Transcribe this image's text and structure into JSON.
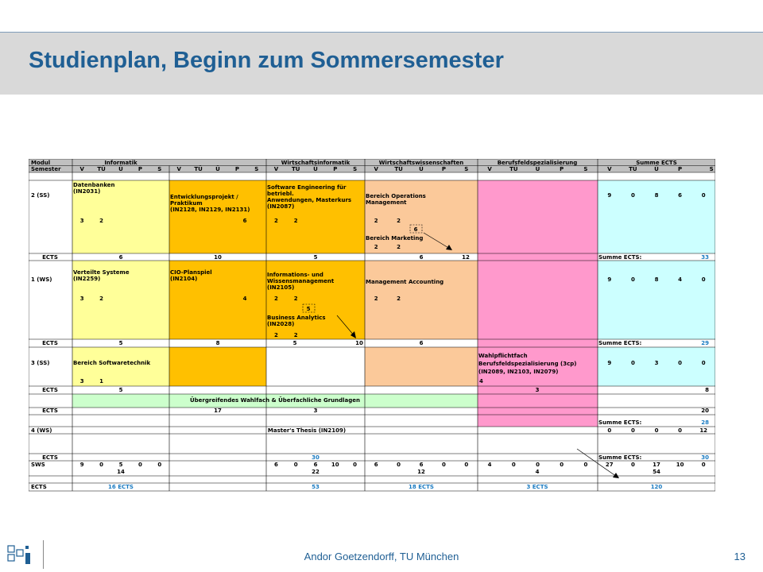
{
  "slide": {
    "title": "Studienplan, Beginn zum Sommersemester",
    "footer": "Andor Goetzendorff, TU München",
    "page": "13"
  },
  "table": {
    "modul_label": "Modul",
    "semester_label": "Semester",
    "areas": [
      "Informatik",
      "Wirtschaftsinformatik",
      "Wirtschaftswissenschaften",
      "Berufsfeldspezialisierung",
      "Summe ECTS"
    ],
    "sub_cols": [
      "V",
      "TÜ",
      "Ü",
      "P",
      "S"
    ],
    "sem_labels": [
      "2 (SS)",
      "1 (WS)",
      "3 (SS)",
      "4 (WS)"
    ],
    "row_labels": {
      "ects": "ECTS",
      "sws": "SWS"
    },
    "courses": {
      "datenbanken": "Datenbanken\n(IN2031)",
      "entwicklungsprojekt": "Entwicklungsprojekt /\nPraktikum\n(IN2128, IN2129, IN2131)",
      "software_eng": "Software Engineering für\nbetriebl.\nAnwendungen, Masterkurs\n(IN2087)",
      "operations": "Bereich Operations\nManagement",
      "marketing": "Bereich Marketing",
      "verteilte": "Verteilte Systeme\n(IN2259)",
      "cio": "CIO-Planspiel\n(IN2104)",
      "informations": "Informations- und\nWissensmanagement\n(IN2105)",
      "business_analytics": "Business Analytics\n(IN2028)",
      "accounting": "Management Accounting",
      "softwaretechnik": "Bereich Softwaretechnik",
      "wahlpflicht": "Wahlpflichtfach\nBerufsfeldspezialisierung (3cp)\n(IN2089, IN2103, IN2079)",
      "uebergreifend": "Übergreifendes Wahlfach & Überfachliche Grundlagen",
      "thesis": "Master's Thesis (IN2109)"
    },
    "summe_label": "Summe ECTS:",
    "values": {
      "r2_datenbanken": [
        "3",
        "2"
      ],
      "r2_entwicklung": "6",
      "r2_sweng": [
        "2",
        "2"
      ],
      "r2_operations": [
        "2",
        "2"
      ],
      "r2_marketing": [
        "2",
        "2"
      ],
      "r2_box": "6",
      "r2_sum": [
        "9",
        "0",
        "8",
        "6",
        "0"
      ],
      "r2_ects": [
        "6",
        "10",
        "5",
        "6",
        "12"
      ],
      "r2_total": "33",
      "r1_verteilte": [
        "3",
        "2"
      ],
      "r1_cio": "4",
      "r1_info": [
        "2",
        "2"
      ],
      "r1_box": "5",
      "r1_ba": [
        "2",
        "2"
      ],
      "r1_acct": [
        "2",
        "2"
      ],
      "r1_sum": [
        "9",
        "0",
        "8",
        "4",
        "0"
      ],
      "r1_ects": [
        "5",
        "8",
        "5",
        "10",
        "6"
      ],
      "r1_total": "29",
      "r3_swt": [
        "3",
        "1"
      ],
      "r3_wahl": "4",
      "r3_sum": [
        "9",
        "0",
        "3",
        "0",
        "0"
      ],
      "r3_ects": [
        "5",
        "3",
        "8"
      ],
      "ue_ects": [
        "17",
        "3",
        "20"
      ],
      "r3_total": "28",
      "r4_sum": [
        "0",
        "0",
        "0",
        "0",
        "12"
      ],
      "r4_ects": "30",
      "r4_total": "30",
      "sws_inf": [
        "9",
        "0",
        "5",
        "0",
        "0"
      ],
      "sws_winf": [
        "6",
        "0",
        "6",
        "10",
        "0"
      ],
      "sws_wiwi": [
        "6",
        "0",
        "6",
        "0",
        "0"
      ],
      "sws_bfs": [
        "4",
        "0",
        "0",
        "0",
        "0"
      ],
      "sws_sum": [
        "27",
        "0",
        "17",
        "10",
        "0"
      ],
      "sws_totals": [
        "14",
        "22",
        "12",
        "4",
        "54"
      ],
      "final_ects": [
        "16 ECTS",
        "53",
        "18 ECTS",
        "3 ECTS",
        "120"
      ]
    }
  },
  "colors": {
    "informatik": "#ffff99",
    "wirtschaftsinformatik": "#ffc000",
    "wiwi": "#fbc99a",
    "berufsfeld": "#ff99cc",
    "summe": "#ccffff",
    "uebergreifend": "#ccffcc",
    "header": "#c0c0c0",
    "title": "#1f5f94"
  }
}
